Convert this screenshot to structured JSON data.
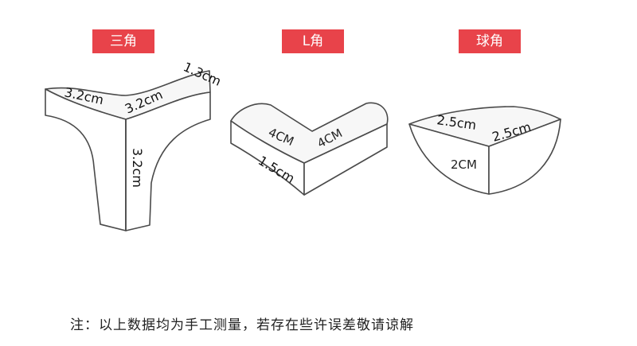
{
  "badges": {
    "triangle": "三角",
    "l_corner": "L角",
    "ball": "球角"
  },
  "dimensions": {
    "triangle": {
      "top_left": "3.2cm",
      "top_right": "3.2cm",
      "thickness": "1.3cm",
      "height": "3.2cm"
    },
    "l_corner": {
      "left": "4CM",
      "right": "4CM",
      "thickness": "1.5cm"
    },
    "ball": {
      "top_left": "2.5cm",
      "top_right": "2.5cm",
      "height": "2CM"
    }
  },
  "note": "注：以上数据均为手工测量，若存在些许误差敬请谅解",
  "colors": {
    "badge": "#e8434a",
    "outline": "#4a4a4a"
  }
}
